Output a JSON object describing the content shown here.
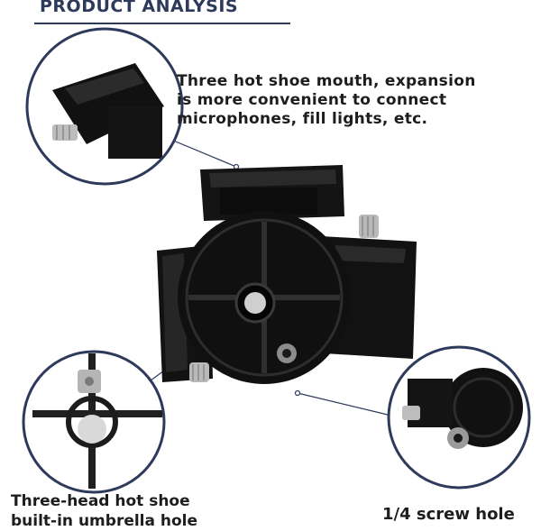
{
  "header": {
    "title": "PRODUCT ANALYSIS"
  },
  "callouts": {
    "top": {
      "lines": [
        "Three hot shoe mouth, expansion",
        "is more convenient to connect",
        "microphones, fill lights, etc."
      ]
    },
    "bottom_left": {
      "lines": [
        "Three-head hot shoe",
        "built-in umbrella hole"
      ]
    },
    "bottom_right": {
      "lines": [
        "1/4 screw hole"
      ]
    }
  },
  "colors": {
    "accent": "#2e3a5c",
    "product": "#111111",
    "text": "#1d1d1d"
  }
}
